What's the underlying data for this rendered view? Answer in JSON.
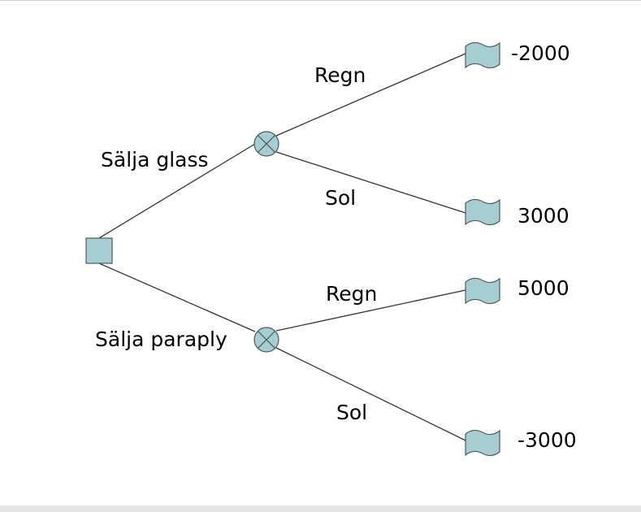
{
  "colors": {
    "node_fill": "#a6cdd2",
    "node_stroke": "#4d5a5c",
    "edge": "#333333"
  },
  "decision_node": {
    "icon": "square-decision-node-icon"
  },
  "chance_nodes": [
    {
      "icon": "circle-x-chance-node-icon"
    },
    {
      "icon": "circle-x-chance-node-icon"
    }
  ],
  "alternatives": {
    "sell_ice_cream": "Sälja glass",
    "sell_umbrella": "Sälja paraply"
  },
  "outcomes": {
    "top": {
      "rain": {
        "label": "Regn",
        "payoff": "-2000"
      },
      "sun": {
        "label": "Sol",
        "payoff": "3000"
      }
    },
    "bottom": {
      "rain": {
        "label": "Regn",
        "payoff": "5000"
      },
      "sun": {
        "label": "Sol",
        "payoff": "-3000"
      }
    }
  }
}
